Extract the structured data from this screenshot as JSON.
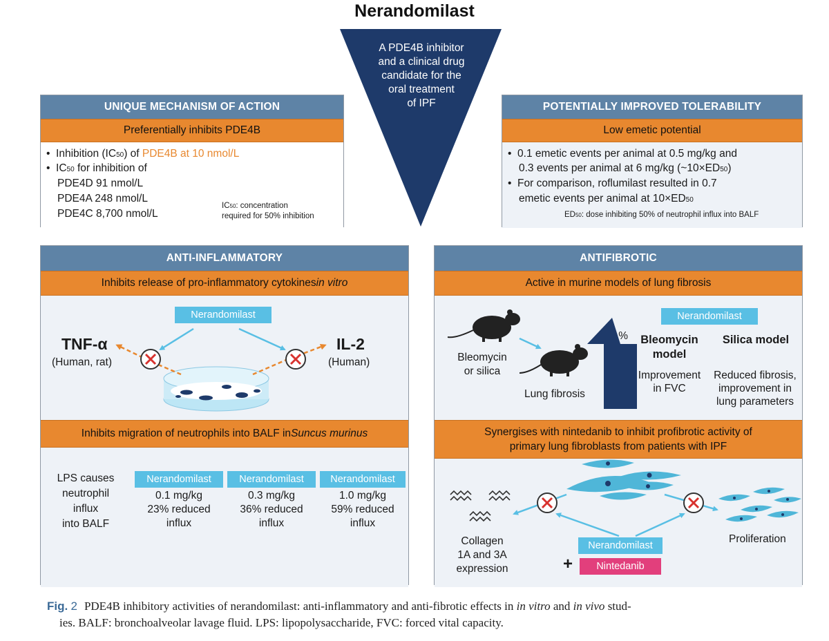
{
  "title": "Nerandomilast",
  "center_triangle": {
    "lines": [
      "A PDE4B inhibitor",
      "and a clinical drug",
      "candidate for the",
      "oral treatment",
      "of IPF"
    ],
    "color": "#1e3a6a"
  },
  "moa": {
    "header": "UNIQUE MECHANISM OF ACTION",
    "subheader": "Preferentially inhibits PDE4B",
    "bullet1_prefix": "Inhibition (IC",
    "bullet1_sub": "50",
    "bullet1_mid": ") of ",
    "bullet1_highlight": "PDE4B at 10 nmol/L",
    "bullet2_prefix": "IC",
    "bullet2_sub": "50",
    "bullet2_rest": " for inhibition of",
    "lines": [
      "PDE4D 91 nmol/L",
      "PDE4A 248 nmol/L",
      "PDE4C 8,700 nmol/L"
    ],
    "note_prefix": "IC",
    "note_sub": "50",
    "note_line1": ": concentration",
    "note_line2": "required for 50% inhibition"
  },
  "tolerability": {
    "header": "POTENTIALLY IMPROVED TOLERABILITY",
    "subheader": "Low emetic potential",
    "bullet1_line1": "0.1 emetic events per animal at 0.5 mg/kg and",
    "bullet1_line2_prefix": "0.3 events per animal at 6 mg/kg (~10×ED",
    "bullet1_line2_sub": "50",
    "bullet1_line2_suffix": ")",
    "bullet2_line1": "For comparison, roflumilast resulted in 0.7",
    "bullet2_line2_prefix": "emetic events per animal at 10×ED",
    "bullet2_line2_sub": "50",
    "note_prefix": "ED",
    "note_sub": "50",
    "note_rest": ": dose inhibiting 50% of neutrophil influx into BALF"
  },
  "anti_inflammatory": {
    "header": "ANTI-INFLAMMATORY",
    "subheader_prefix": "Inhibits release of pro-inflammatory cytokines ",
    "subheader_italic": "in vitro",
    "drug_badge": "Nerandomilast",
    "tnf_label": "TNF-α",
    "tnf_species": "(Human, rat)",
    "il2_label": "IL-2",
    "il2_species": "(Human)",
    "subheader2_prefix": "Inhibits migration of neutrophils into BALF in ",
    "subheader2_italic": "Suncus murinus",
    "lps_lines": [
      "LPS causes",
      "neutrophil",
      "influx",
      "into BALF"
    ],
    "doses": [
      {
        "badge": "Nerandomilast",
        "dose": "0.1 mg/kg",
        "effect": "23% reduced",
        "tail": "influx"
      },
      {
        "badge": "Nerandomilast",
        "dose": "0.3 mg/kg",
        "effect": "36% reduced",
        "tail": "influx"
      },
      {
        "badge": "Nerandomilast",
        "dose": "1.0 mg/kg",
        "effect": "59% reduced",
        "tail": "influx"
      }
    ]
  },
  "antifibrotic": {
    "header": "ANTIFIBROTIC",
    "subheader": "Active in murine models of lung fibrosis",
    "inducer_lines": [
      "Bleomycin",
      "or silica"
    ],
    "fibrosis_label": "Lung fibrosis",
    "drug_badge": "Nerandomilast",
    "increase": "+41%",
    "bleo_title_lines": [
      "Bleomycin",
      "model"
    ],
    "bleo_result_lines": [
      "Improvement",
      "in FVC"
    ],
    "silica_title": "Silica model",
    "silica_result_lines": [
      "Reduced fibrosis,",
      "improvement in",
      "lung parameters"
    ],
    "subheader2_lines": [
      "Synergises with nintedanib to inhibit profibrotic activity of",
      "primary lung fibroblasts from patients with IPF"
    ],
    "collagen_lines": [
      "Collagen",
      "1A and 3A",
      "expression"
    ],
    "proliferation": "Proliferation",
    "drug_badge2": "Nerandomilast",
    "plus": "+",
    "combo_badge": "Nintedanib"
  },
  "caption": {
    "label": "Fig.",
    "number": "2",
    "part1": "PDE4B inhibitory activities of nerandomilast: anti-inflammatory and anti-fibrotic effects in ",
    "italic1": "in vitro",
    "part2": " and ",
    "italic2": "in vivo",
    "part3": " stud-",
    "line2": "ies. BALF: bronchoalveolar lavage fluid. LPS: lipopolysaccharide, FVC: forced vital capacity."
  },
  "colors": {
    "header_blue": "#5e83a6",
    "subheader_orange": "#e8882f",
    "badge_cyan": "#59bfe4",
    "badge_pink": "#e23f7c",
    "navy": "#1e3a6a",
    "cell_blue": "#4fb6d8",
    "inhibit_red": "#d8322e"
  }
}
